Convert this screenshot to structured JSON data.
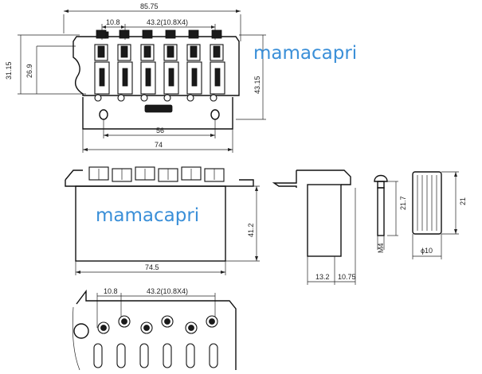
{
  "colors": {
    "watermark": "#3a8fd8",
    "ink": "#111111",
    "background": "#ffffff"
  },
  "watermark": {
    "top": "mamacapri",
    "middle": "mamacapri"
  },
  "top_view": {
    "overall_width": "85.75",
    "string_first": "10.8",
    "string_spacing": "43.2(10.8X4)",
    "height_31": "31.15",
    "height_26": "26.9",
    "height_43": "43.15",
    "mount_spacing": "56",
    "base_width": "74"
  },
  "front_view": {
    "block_height": "41.2",
    "block_width": "74.5"
  },
  "side_view": {
    "offset_a": "13.2",
    "offset_b": "10.75"
  },
  "screw_view": {
    "length": "21.7",
    "thread": "M4"
  },
  "spring_view": {
    "length": "21",
    "diameter": "ϕ10"
  },
  "bottom_view": {
    "string_first": "10.8",
    "string_spacing": "43.2(10.8X4)"
  }
}
